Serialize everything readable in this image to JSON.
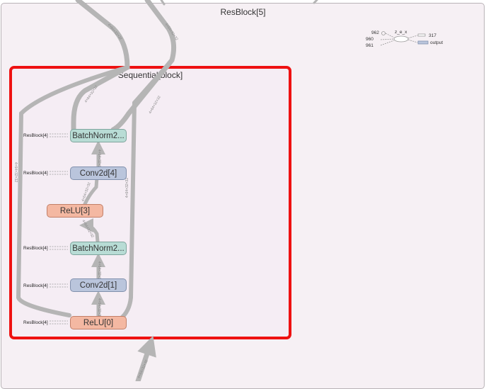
{
  "outer": {
    "title": "ResBlock[5]"
  },
  "sequential": {
    "title": "Sequential[block]"
  },
  "nodes": {
    "bn_top": "BatchNorm2...",
    "conv4": "Conv2d[4]",
    "relu3": "ReLU[3]",
    "bn_mid": "BatchNorm2...",
    "conv1": "Conv2d[1]",
    "relu0": "ReLU[0]"
  },
  "inputs": {
    "bn_top": "ResBlock[4]",
    "conv4": "ResBlock[4]",
    "bn_mid": "ResBlock[4]",
    "conv1": "ResBlock[4]",
    "relu0": "ResBlock[4]"
  },
  "edge_labels": {
    "outer_top_1": "4×64×32×32",
    "outer_top_2": "4×64×32×32",
    "inner_left_top": "4×64×32×32",
    "inner_right_top": "4×64×32×32",
    "left_skip": "4×64×32×32",
    "right_skip": "4×64×32×32",
    "bn_top_in": "4×64×32×32",
    "relu3_in": "4×64×32×32",
    "conv4_in": "4×64×32×32",
    "bn_mid_in": "4×64×32×32",
    "conv1_in": "4×64×32×32",
    "bottom_in": "4×64×32×32"
  },
  "mini_graph": {
    "inputs": [
      "962",
      "960",
      "961"
    ],
    "op": "z_e_x",
    "outputs": [
      "317",
      "output"
    ]
  },
  "colors": {
    "batchnorm": "#b8dcd5",
    "conv": "#bac5dc",
    "relu": "#f4b8a2",
    "selection": "#ee1111",
    "edge": "#b5b5b5"
  }
}
